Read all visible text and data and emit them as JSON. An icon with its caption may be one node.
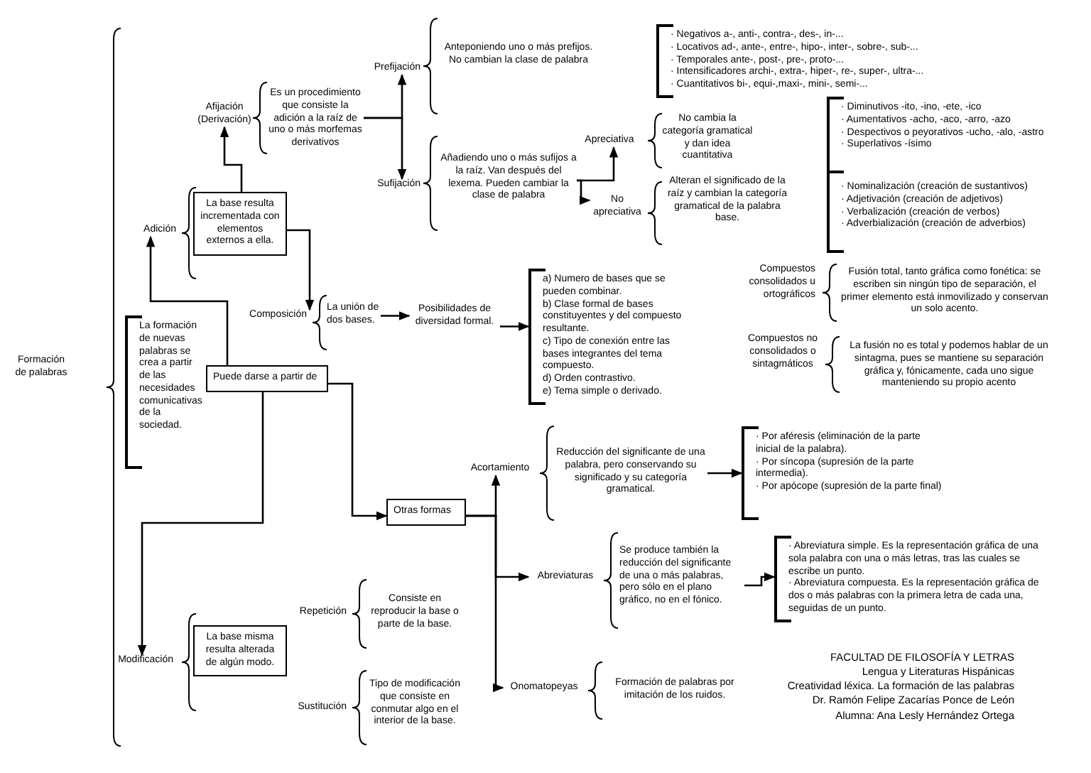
{
  "diagram": {
    "nodes": [
      {
        "text": [
          "Formación de palabras"
        ]
      },
      {
        "text": [
          "La formación de nuevas palabras se crea a partir de las necesidades comunicativas de la sociedad."
        ]
      },
      {
        "text": [
          "Puede darse a partir de"
        ]
      },
      {
        "text": [
          "Adición"
        ]
      },
      {
        "text": [
          "La base resulta incrementada con elementos externos a ella."
        ]
      },
      {
        "text": [
          "Afijación (Derivación)"
        ]
      },
      {
        "text": [
          "Es un procedimiento que consiste la adición a la raíz de uno o más morfemas derivativos"
        ]
      },
      {
        "text": [
          "Prefijación"
        ]
      },
      {
        "text": [
          "Anteponiendo uno o más prefijos. No cambian la clase de palabra"
        ]
      },
      {
        "text": [
          "Sufijación"
        ]
      },
      {
        "text": [
          "Añadiendo uno o más sufijos a la raíz. Van después del lexema. Pueden cambiar la clase de palabra"
        ]
      },
      {
        "text": [
          "· Negativos a-, anti-, contra-, des-, in-...",
          "· Locativos ad-, ante-, entre-, hipo-, inter-, sobre-, sub-...",
          "· Temporales ante-, post-, pre-, proto-...",
          "· Intensificadores archi-, extra-, hiper-, re-, super-, ultra-...",
          "· Cuantitativos bi-, equi-,maxi-, mini-, semi-..."
        ]
      },
      {
        "text": [
          "Apreciativa"
        ]
      },
      {
        "text": [
          "No cambia la categoría gramatical y dan idea cuantitativa"
        ]
      },
      {
        "text": [
          "No apreciativa"
        ]
      },
      {
        "text": [
          "Alteran el significado de la raíz y cambian la categoría gramatical de la palabra base."
        ]
      },
      {
        "text": [
          "· Diminutivos -ito, -ino, -ete, -ico",
          "· Aumentativos -acho, -aco, -arro, -azo",
          "· Despectivos o peyorativos -ucho, -alo, -astro",
          "· Superlativos -ísimo"
        ]
      },
      {
        "text": [
          "· Nominalización (creación de sustantivos)",
          "· Adjetivación (creación de adjetivos)",
          "· Verbalización (creación de verbos)",
          "· Adverbialización (creación de adverbios)"
        ]
      },
      {
        "text": [
          "Composición"
        ]
      },
      {
        "text": [
          "La unión de dos bases."
        ]
      },
      {
        "text": [
          "Posibilidades de diversidad formal."
        ]
      },
      {
        "text": [
          "a) Numero de bases que se pueden combinar.",
          "b) Clase formal de bases constituyentes y del compuesto resultante.",
          "c) Tipo de conexión entre las bases integrantes del tema compuesto.",
          "d) Orden contrastivo.",
          "e) Tema simple o derivado."
        ]
      },
      {
        "text": [
          "Compuestos consolidados u ortográficos"
        ]
      },
      {
        "text": [
          "Fusión total, tanto gráfica como fonética: se escriben sin ningún tipo de separación, el primer elemento está inmovilizado y conservan un solo acento."
        ]
      },
      {
        "text": [
          "Compuestos no consolidados o sintagmáticos"
        ]
      },
      {
        "text": [
          "La fusión no es total y podemos hablar de un sintagma, pues se mantiene su separación gráfica y, fónicamente, cada uno sigue manteniendo su propio acento"
        ]
      },
      {
        "text": [
          "Otras formas"
        ]
      },
      {
        "text": [
          "Acortamiento"
        ]
      },
      {
        "text": [
          "Reducción del significante de una palabra, pero conservando su significado y su categoría gramatical."
        ]
      },
      {
        "text": [
          "· Por aféresis (eliminación de la parte inicial de la palabra).",
          "· Por síncopa (supresión de la parte intermedia).",
          "· Por apócope (supresión de la parte final)"
        ]
      },
      {
        "text": [
          "Abreviaturas"
        ]
      },
      {
        "text": [
          "Se produce también la reducción del significante de una o más palabras, pero sólo en el plano gráfico, no en el fónico."
        ]
      },
      {
        "text": [
          "· Abreviatura simple. Es la representación gráfica de una sola palabra con una o más letras, tras las cuales se escribe un punto.",
          "· Abreviatura compuesta. Es la representación gráfica de dos o más palabras con la primera letra de cada una, seguidas de un punto."
        ]
      },
      {
        "text": [
          "Onomatopeyas"
        ]
      },
      {
        "text": [
          "Formación de palabras por imitación de los ruidos."
        ]
      },
      {
        "text": [
          "Modificación"
        ]
      },
      {
        "text": [
          "La base misma resulta alterada de algún modo."
        ]
      },
      {
        "text": [
          "Repetición"
        ]
      },
      {
        "text": [
          "Consiste en reproducir la base o parte de la base."
        ]
      },
      {
        "text": [
          "Sustitución"
        ]
      },
      {
        "text": [
          "Tipo de modificación que consiste en conmutar algo en el interior de la base."
        ]
      }
    ],
    "edges": [
      {
        "from": 2,
        "to": 3,
        "arrow": "to"
      },
      {
        "from": 4,
        "to": 5,
        "arrow": "to"
      },
      {
        "from": 4,
        "to": 18,
        "arrow": "to"
      },
      {
        "from": 2,
        "to": 35,
        "arrow": "to"
      },
      {
        "from": 2,
        "to": 26,
        "arrow": "to"
      },
      {
        "from": 6,
        "to": 7,
        "arrow": "to"
      },
      {
        "from": 6,
        "to": 9,
        "arrow": "to"
      },
      {
        "from": 10,
        "to": 12,
        "arrow": "to"
      },
      {
        "from": 10,
        "to": 14,
        "arrow": "to"
      },
      {
        "from": 19,
        "to": 20,
        "arrow": "to"
      },
      {
        "from": 20,
        "to": 21,
        "arrow": "to"
      },
      {
        "from": 26,
        "to": 27,
        "arrow": "to"
      },
      {
        "from": 26,
        "to": 30,
        "arrow": "to"
      },
      {
        "from": 26,
        "to": 33,
        "arrow": "to"
      },
      {
        "from": 28,
        "to": 29,
        "arrow": "to"
      },
      {
        "from": 31,
        "to": 32,
        "arrow": "to"
      }
    ],
    "labels": [
      "FACULTAD DE FILOSOFÍA Y LETRAS",
      "Lengua y Literaturas Hispánicas",
      "Creatividad léxica. La formación de las palabras",
      "Dr. Ramón Felipe Zacarías Ponce de León",
      "Alumna: Ana Lesly Hernández Ortega"
    ]
  }
}
